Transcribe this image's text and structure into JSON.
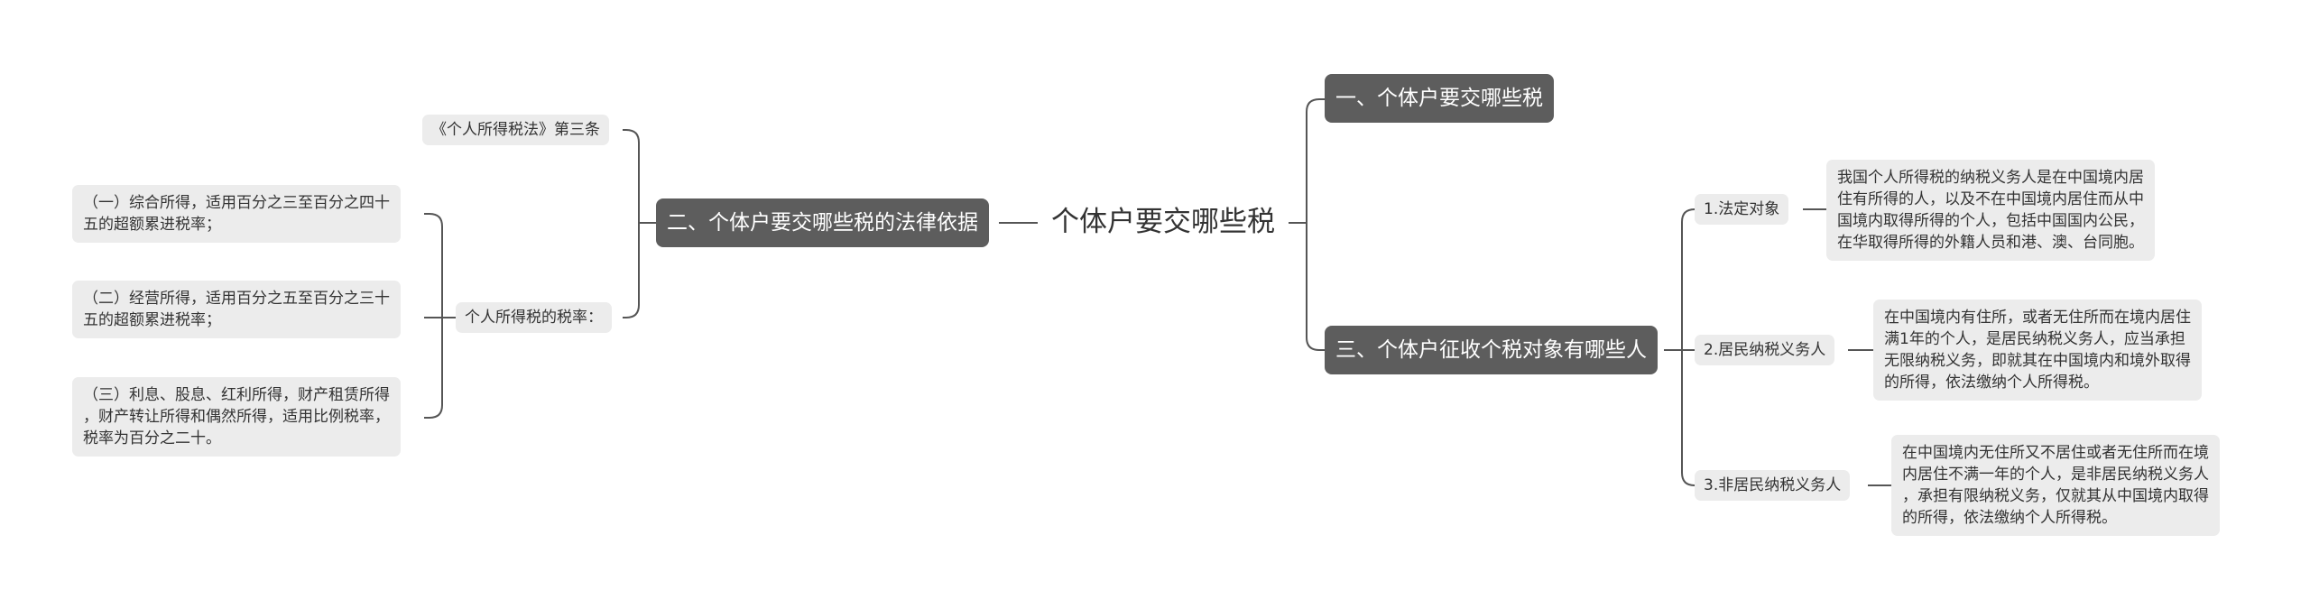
{
  "root": "个体户要交哪些税",
  "branches": {
    "b1": "一、个体户要交哪些税",
    "b2": "二、个体户要交哪些税的法律依据",
    "b3": "三、个体户征收个税对象有哪些人"
  },
  "b2_children": {
    "law": "《个人所得税法》第三条",
    "rate": "个人所得税的税率："
  },
  "rate_items": [
    [
      "（一）综合所得，适用百分之三至百分之四十",
      "五的超额累进税率；"
    ],
    [
      "（二）经营所得，适用百分之五至百分之三十",
      "五的超额累进税率；"
    ],
    [
      "（三）利息、股息、红利所得，财产租赁所得",
      "，财产转让所得和偶然所得，适用比例税率，",
      "税率为百分之二十。"
    ]
  ],
  "b3_children": {
    "c1": "1.法定对象",
    "c2": "2.居民纳税义务人",
    "c3": "3.非居民纳税义务人"
  },
  "b3_details": {
    "d1": [
      "我国个人所得税的纳税义务人是在中国境内居",
      "住有所得的人，以及不在中国境内居住而从中",
      "国境内取得所得的个人，包括中国国内公民，",
      "在华取得所得的外籍人员和港、澳、台同胞。"
    ],
    "d2": [
      "在中国境内有住所，或者无住所而在境内居住",
      "满1年的个人，是居民纳税义务人，应当承担",
      "无限纳税义务，即就其在中国境内和境外取得",
      "的所得，依法缴纳个人所得税。"
    ],
    "d3": [
      "在中国境内无住所又不居住或者无住所而在境",
      "内居住不满一年的个人，是非居民纳税义务人",
      "，承担有限纳税义务，仅就其从中国境内取得",
      "的所得，依法缴纳个人所得税。"
    ]
  },
  "colors": {
    "branch_bg": "#5d5d5d",
    "leaf_bg": "#ececec",
    "line": "#555555"
  }
}
